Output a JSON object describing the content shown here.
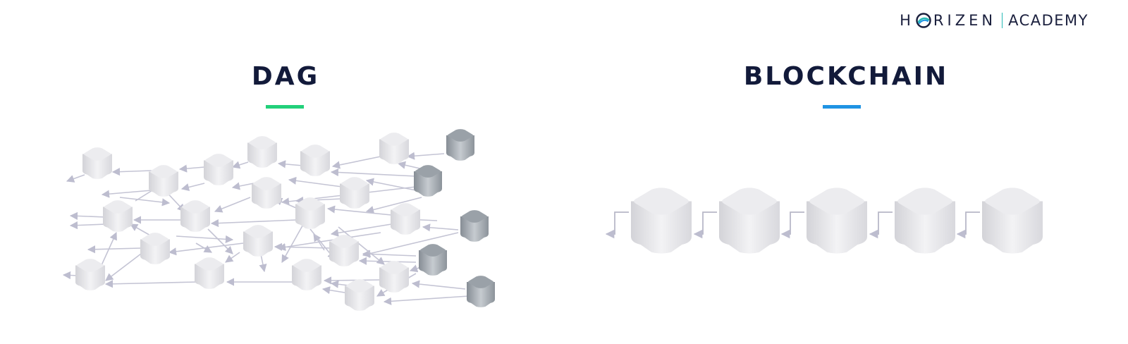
{
  "logo": {
    "brand_left": "H",
    "brand_right": "RIZEN",
    "academy": "ACADEMY"
  },
  "sections": {
    "dag": {
      "title": "DAG",
      "accent": "#22d07a"
    },
    "blockchain": {
      "title": "BLOCKCHAIN",
      "accent": "#1f93e3"
    }
  },
  "colors": {
    "block_light": "#ececef",
    "block_dark": "#9aa1a8",
    "arrow": "#c4c4d4",
    "title": "#121a3a"
  }
}
